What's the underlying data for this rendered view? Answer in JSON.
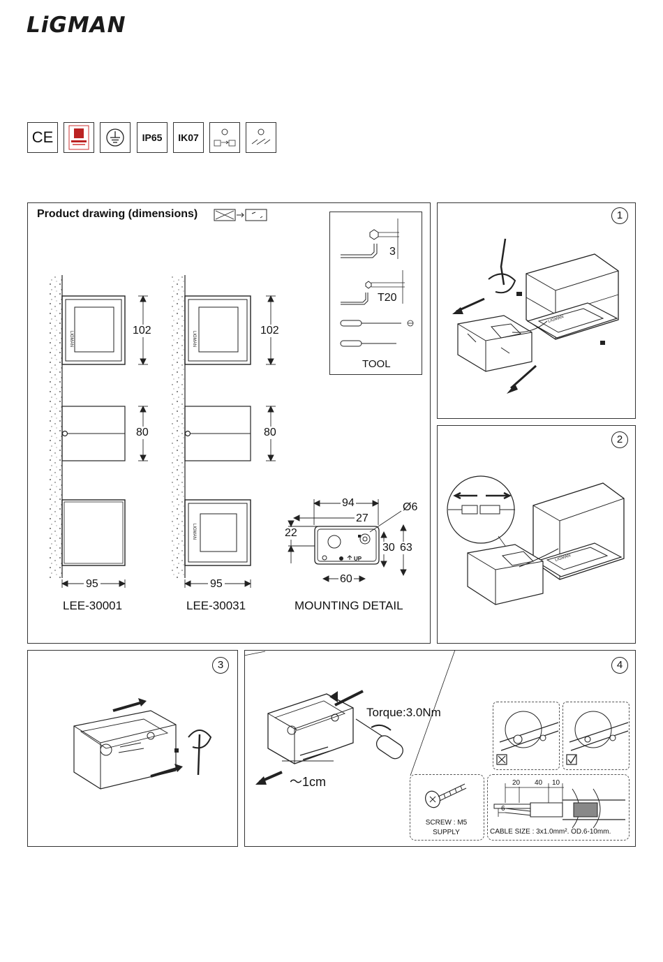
{
  "brand": "LiGMAN",
  "certs": [
    "CE",
    "IP65",
    "IK07"
  ],
  "product": {
    "title": "Product drawing (dimensions)",
    "tool_label": "TOOL",
    "tool_sizes": [
      "3",
      "T20"
    ],
    "dims": {
      "h1": "102",
      "d1": "80",
      "w1": "95",
      "h2": "102",
      "d2": "80",
      "w2": "95"
    },
    "models": [
      "LEE-30001",
      "LEE-30031"
    ],
    "mounting": {
      "label": "MOUNTING DETAIL",
      "w94": "94",
      "w27": "27",
      "dia": "Ø6",
      "h22": "22",
      "h30": "30",
      "h63": "63",
      "w60": "60",
      "up": "UP"
    }
  },
  "steps": [
    "1",
    "2",
    "3",
    "4"
  ],
  "step4": {
    "torque": "Torque:3.0Nm",
    "strip": "～1cm",
    "screw": "SCREW : M5",
    "supply": "SUPPLY",
    "cable_dims": [
      "20",
      "40",
      "10",
      "6"
    ],
    "cable": "CABLE SIZE : 3x1.0mm². OD.6-10mm."
  }
}
